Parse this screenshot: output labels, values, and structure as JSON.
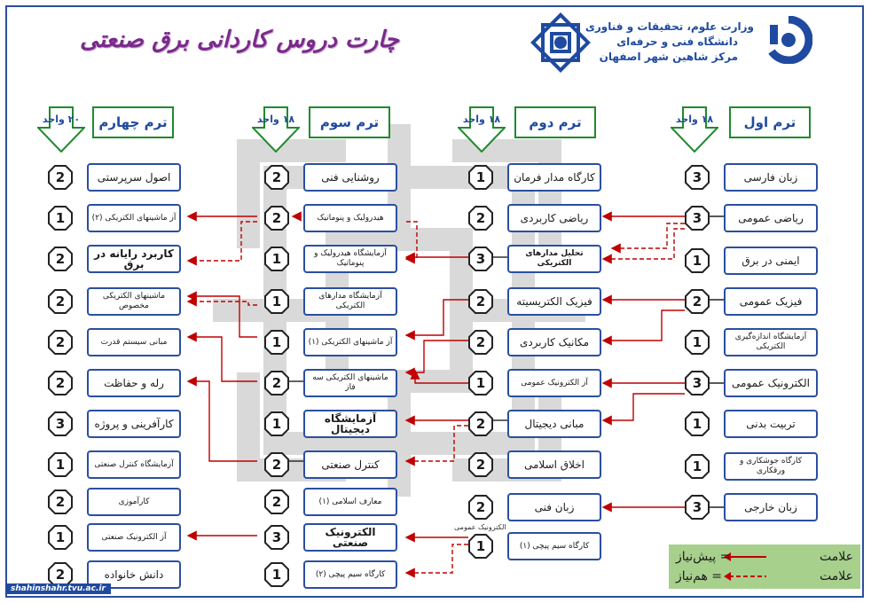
{
  "title": "چارت دروس کاردانی برق صنعتی",
  "org": {
    "line1": "وزارت علوم، تحقیقات و فناوری",
    "line2": "دانشگاه فنی و حرفه‌ای",
    "line3": "مرکز شاهین شهر اصفهان"
  },
  "terms": [
    {
      "label": "ترم اول",
      "units": "۱۸ واحد"
    },
    {
      "label": "ترم دوم",
      "units": "۱۸ واحد"
    },
    {
      "label": "ترم سوم",
      "units": "۱۸ واحد"
    },
    {
      "label": "ترم چهارم",
      "units": "۲۰ واحد"
    }
  ],
  "term1": [
    {
      "name": "زبان فارسی",
      "credits": "3"
    },
    {
      "name": "ریاضی عمومی",
      "credits": "3"
    },
    {
      "name": "ایمنی در برق",
      "credits": "1"
    },
    {
      "name": "فیزیک عمومی",
      "credits": "2"
    },
    {
      "name": "آزمایشگاه اندازه‌گیری الکتریکی",
      "credits": "1"
    },
    {
      "name": "الکترونیک عمومی",
      "credits": "3"
    },
    {
      "name": "تربیت بدنی",
      "credits": "1"
    },
    {
      "name": "کارگاه جوشکاری و ورقکاری",
      "credits": "1"
    },
    {
      "name": "زبان خارجی",
      "credits": "3"
    }
  ],
  "term2": [
    {
      "name": "کارگاه مدار فرمان",
      "credits": "1"
    },
    {
      "name": "ریاضی کاربردی",
      "credits": "2"
    },
    {
      "name": "تحلیل مدارهای الکتریکی",
      "credits": "3"
    },
    {
      "name": "فیزیک الکتریسیته",
      "credits": "2"
    },
    {
      "name": "مکانیک کاربردی",
      "credits": "2"
    },
    {
      "name": "آز الکترونیک عمومی",
      "credits": "1"
    },
    {
      "name": "مبانی دیجیتال",
      "credits": "2"
    },
    {
      "name": "اخلاق اسلامی",
      "credits": "2"
    },
    {
      "name": "زبان فنی",
      "credits": "2"
    },
    {
      "name": "کارگاه سیم پیچی (۱)",
      "credits": "1"
    }
  ],
  "term3": [
    {
      "name": "روشنایی فنی",
      "credits": "2"
    },
    {
      "name": "هیدرولیک و پنوماتیک",
      "credits": "2"
    },
    {
      "name": "آزمایشگاه هیدرولیک و پنوماتیک",
      "credits": "1"
    },
    {
      "name": "آزمایشگاه مدارهای الکتریکی",
      "credits": "1"
    },
    {
      "name": "آز ماشینهای الکتریکی (۱)",
      "credits": "1"
    },
    {
      "name": "ماشینهای الکتریکی سه فاز",
      "credits": "2"
    },
    {
      "name": "آزمایشگاه دیجیتال",
      "credits": "1"
    },
    {
      "name": "کنترل صنعتی",
      "credits": "2"
    },
    {
      "name": "معارف اسلامی (۱)",
      "credits": "2"
    },
    {
      "name": "الکترونیک صنعتی",
      "credits": "3"
    },
    {
      "name": "کارگاه سیم پیچی (۲)",
      "credits": "1"
    }
  ],
  "term4": [
    {
      "name": "اصول سرپرستی",
      "credits": "2"
    },
    {
      "name": "آز ماشینهای الکتریکی (۲)",
      "credits": "1"
    },
    {
      "name": "کاربرد رایانه در برق",
      "credits": "2"
    },
    {
      "name": "ماشینهای الکتریکی مخصوص",
      "credits": "2"
    },
    {
      "name": "مبانی سیستم قدرت",
      "credits": "2"
    },
    {
      "name": "رله و حفاظت",
      "credits": "2"
    },
    {
      "name": "کارآفرینی و پروژه",
      "credits": "3"
    },
    {
      "name": "آزمایشگاه کنترل صنعتی",
      "credits": "1"
    },
    {
      "name": "کارآموزی",
      "credits": "2"
    },
    {
      "name": "آز الکترونیک صنعتی",
      "credits": "1"
    },
    {
      "name": "دانش خانواده",
      "credits": "2"
    }
  ],
  "note": "الکترونیک عمومی",
  "legend": {
    "word": "علامت",
    "prereq": "= پیش‌نیاز",
    "coreq": "= هم‌نیاز"
  },
  "footer": "shahinshahr.tvu.ac.ir",
  "colors": {
    "border": "#2a4fa0",
    "term_border": "#1f8a2e",
    "arrow": "#c00000",
    "title": "#7a2a8a",
    "legend_bg": "#a8d08d"
  }
}
